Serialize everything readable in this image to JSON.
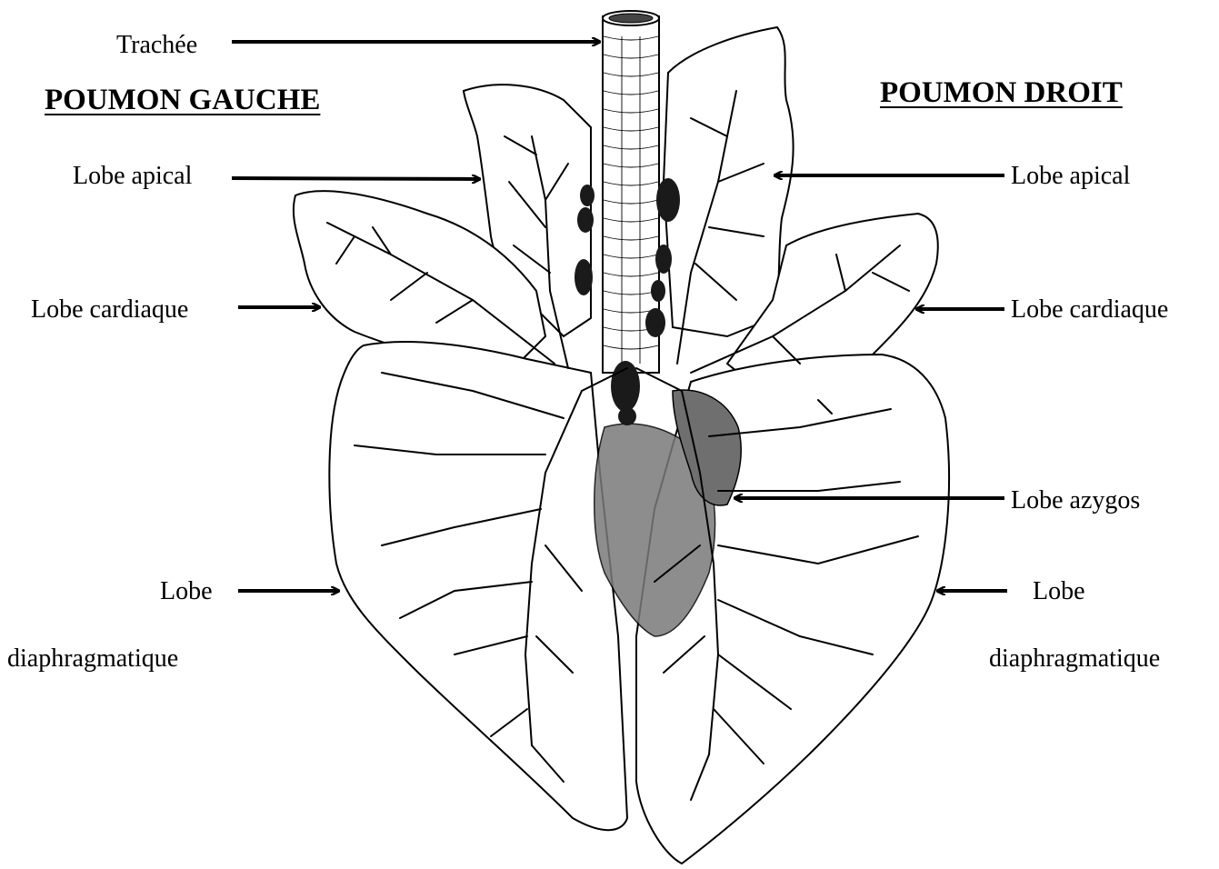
{
  "headers": {
    "left": "POUMON GAUCHE",
    "right": "POUMON DROIT"
  },
  "labels": {
    "trachea": "Trachée",
    "left_apical": "Lobe apical",
    "left_cardiac": "Lobe cardiaque",
    "left_diaphragmatic_1": "Lobe",
    "left_diaphragmatic_2": "diaphragmatique",
    "right_apical": "Lobe apical",
    "right_cardiac": "Lobe cardiaque",
    "right_azygos": "Lobe azygos",
    "right_diaphragmatic_1": "Lobe",
    "right_diaphragmatic_2": "diaphragmatique"
  },
  "colors": {
    "ink": "#000000",
    "lymph_node": "#1a1a1a",
    "azygos_fill": "#6f6f6f",
    "heart_fill": "#7a7a7a",
    "background": "#ffffff"
  }
}
